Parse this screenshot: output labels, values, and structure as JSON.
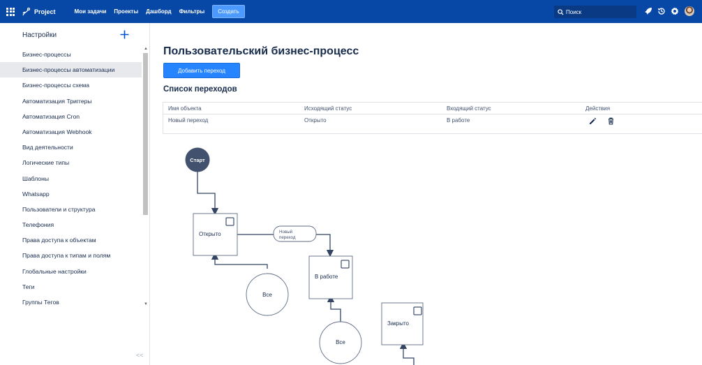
{
  "topbar": {
    "logo": "Project",
    "nav": [
      "Мои задачи",
      "Проекты",
      "Дашборд",
      "Фильтры"
    ],
    "create": "Создать",
    "search_placeholder": "Поиск"
  },
  "sidebar": {
    "title": "Настройки",
    "items": [
      "Бизнес-процессы",
      "Бизнес-процессы автоматизации",
      "Бизнес-процессы схема",
      "Автоматизация Триггеры",
      "Автоматизация Cron",
      "Автоматизация Webhook",
      "Вид деятельности",
      "Логические типы",
      "Шаблоны",
      "Whatsapp",
      "Пользователи и структура",
      "Телефония",
      "Права доступа к объектам",
      "Права доступа к типам и полям",
      "Глобальные настройки",
      "Теги",
      "Группы Тегов"
    ],
    "active_index": 1,
    "collapse": "<<"
  },
  "main": {
    "title": "Пользовательский бизнес-процесс",
    "add_button": "Добавить переход",
    "list_title": "Список переходов",
    "table": {
      "headers": [
        "Имя объекта",
        "Исходящий статус",
        "Входящий статус",
        "Действия"
      ],
      "rows": [
        [
          "Новый переход",
          "Открыто",
          "В работе"
        ]
      ]
    }
  },
  "diagram": {
    "start": "Старт",
    "open": "Открыто",
    "in_work": "В работе",
    "closed": "Закрыто",
    "all_1": "Все",
    "all_2": "Все",
    "transition_line1": "Новый",
    "transition_line2": "переход"
  },
  "colors": {
    "topbar": "#0747a6",
    "accent": "#2684ff",
    "start_node": "#42526e",
    "edge": "#344563"
  }
}
